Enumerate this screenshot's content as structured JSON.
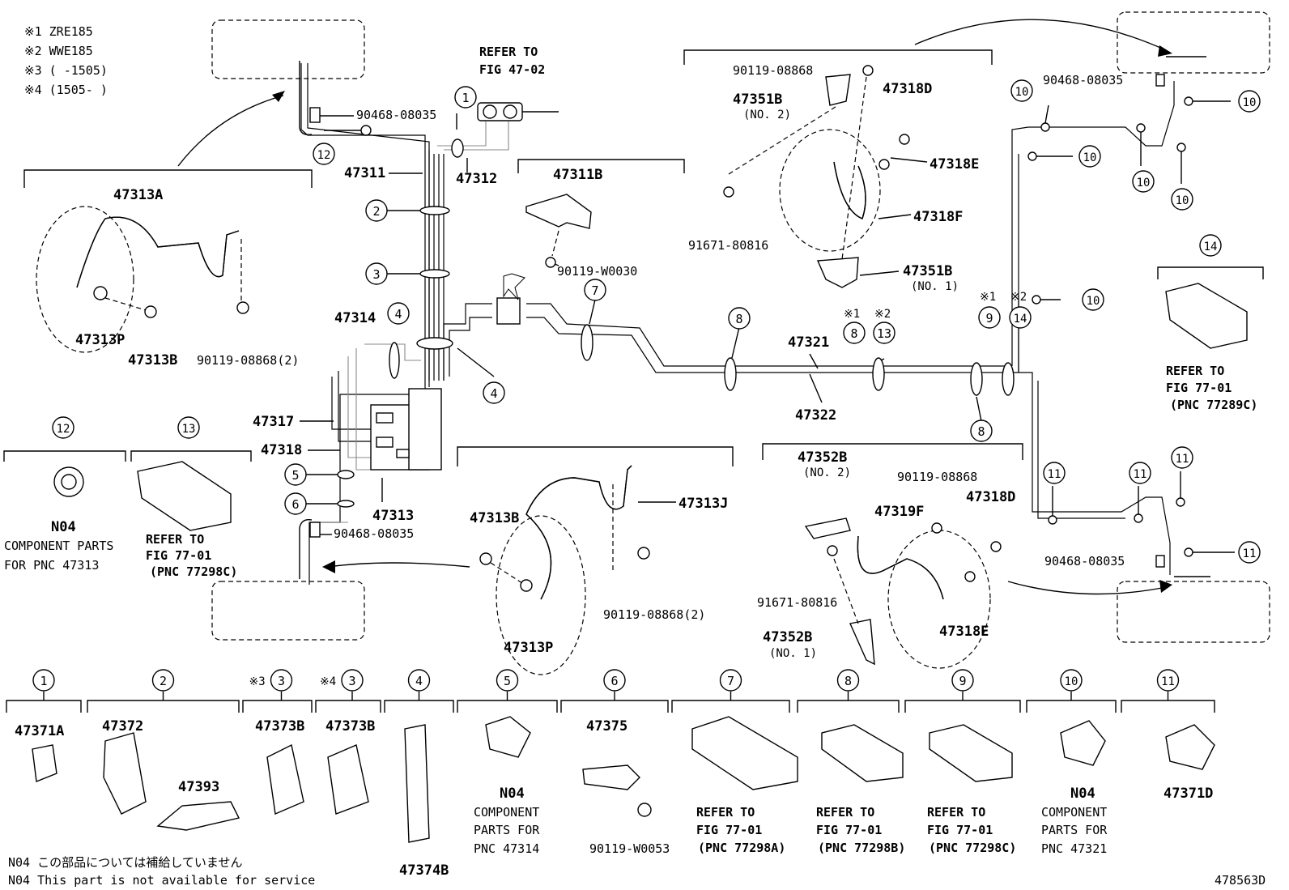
{
  "notes": {
    "n1": "※1 ZRE185",
    "n2": "※2 WWE185",
    "n3": "※3 (      -1505)",
    "n4": "※4 (1505-      )"
  },
  "labels": {
    "p47313A": "47313A",
    "p47313P_a": "47313P",
    "p47313B_a": "47313B",
    "p90119_08868_2_a": "90119-08868(2)",
    "p90468_08035_a": "90468-08035",
    "p90468_08035_b": "90468-08035",
    "p90468_08035_c": "90468-08035",
    "p90468_08035_d": "90468-08035",
    "p47311": "47311",
    "p47312": "47312",
    "refer_47_02_a": "REFER TO",
    "refer_47_02_b": "FIG 47-02",
    "p47311B": "47311B",
    "p90119_W0030": "90119-W0030",
    "p47314": "47314",
    "p47317": "47317",
    "p47318": "47318",
    "p47313": "47313",
    "p47321": "47321",
    "p47322": "47322",
    "p90119_08868_top": "90119-08868",
    "p47351B_2": "47351B",
    "p47351B_2_sub": "(NO. 2)",
    "p47318D_top": "47318D",
    "p47318E_top": "47318E",
    "p47318F": "47318F",
    "p91671_80816_top": "91671-80816",
    "p47351B_1": "47351B",
    "p47351B_1_sub": "(NO. 1)",
    "p47313B_b": "47313B",
    "p47313J": "47313J",
    "p47313P_b": "47313P",
    "p90119_08868_2_b": "90119-08868(2)",
    "p47352B_2": "47352B",
    "p47352B_2_sub": "(NO. 2)",
    "p90119_08868_mid": "90119-08868",
    "p47319F": "47319F",
    "p47318D_bot": "47318D",
    "p91671_80816_bot": "91671-80816",
    "p47352B_1": "47352B",
    "p47352B_1_sub": "(NO. 1)",
    "p47318E_bot": "47318E",
    "n04_a": "N04",
    "comp_47313_a": "COMPONENT PARTS",
    "comp_47313_b": "FOR PNC 47313",
    "refer_13_a": "REFER TO",
    "refer_13_b": "FIG 77-01",
    "refer_13_c": "(PNC 77298C)",
    "refer_14_a": "REFER TO",
    "refer_14_b": "FIG 77-01",
    "refer_14_c": "(PNC 77289C)",
    "mark_9": "※1",
    "mark_14": "※2",
    "mark_8": "※1",
    "mark_13": "※2"
  },
  "legend_headers": [
    {
      "num": "1",
      "pre": ""
    },
    {
      "num": "2",
      "pre": ""
    },
    {
      "num": "3",
      "pre": "※3"
    },
    {
      "num": "3",
      "pre": "※4"
    },
    {
      "num": "4",
      "pre": ""
    },
    {
      "num": "5",
      "pre": ""
    },
    {
      "num": "6",
      "pre": ""
    },
    {
      "num": "7",
      "pre": ""
    },
    {
      "num": "8",
      "pre": ""
    },
    {
      "num": "9",
      "pre": ""
    },
    {
      "num": "10",
      "pre": ""
    },
    {
      "num": "11",
      "pre": ""
    }
  ],
  "legend": {
    "l1": "47371A",
    "l2a": "47372",
    "l2b": "47393",
    "l3a": "47373B",
    "l3b": "47373B",
    "l4": "47374B",
    "l5_n04": "N04",
    "l5_c1": "COMPONENT",
    "l5_c2": "PARTS FOR",
    "l5_c3": "PNC 47314",
    "l6a": "47375",
    "l6b": "90119-W0053",
    "l7_1": "REFER TO",
    "l7_2": "FIG 77-01",
    "l7_3": "(PNC 77298A)",
    "l8_1": "REFER TO",
    "l8_2": "FIG 77-01",
    "l8_3": "(PNC 77298B)",
    "l9_1": "REFER TO",
    "l9_2": "FIG 77-01",
    "l9_3": "(PNC 77298C)",
    "l10_n04": "N04",
    "l10_c1": "COMPONENT",
    "l10_c2": "PARTS FOR",
    "l10_c3": "PNC 47321",
    "l11": "47371D"
  },
  "callouts": {
    "c1": "1",
    "c2": "2",
    "c3": "3",
    "c4a": "4",
    "c4b": "4",
    "c5": "5",
    "c6": "6",
    "c7": "7",
    "c8a": "8",
    "c8b": "8",
    "c8c": "8",
    "c9": "9",
    "c13a": "13",
    "c13b": "13",
    "c14a": "14",
    "c14b": "14",
    "c12a": "12",
    "c12b": "12",
    "c10a": "10",
    "c10b": "10",
    "c10c": "10",
    "c10d": "10",
    "c10e": "10",
    "c10f": "10",
    "c11a": "11",
    "c11b": "11",
    "c11c": "11",
    "c11d": "11"
  },
  "footer": {
    "jp": "N04 この部品については補給していません",
    "en": "N04 This part is not available for service",
    "fig_id": "478563D"
  }
}
